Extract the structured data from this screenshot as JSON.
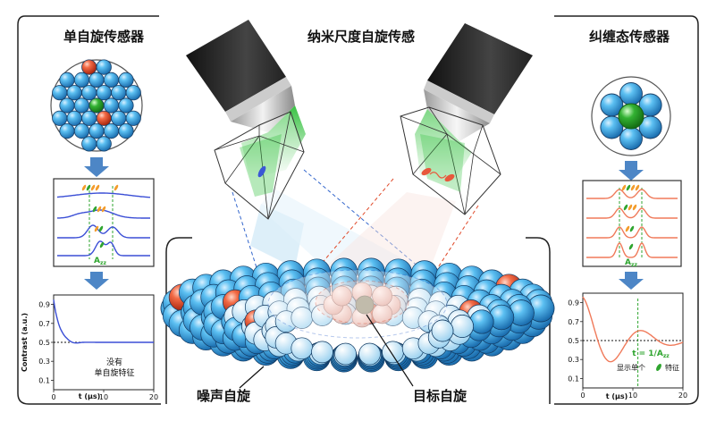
{
  "titles": {
    "left": "单自旋传感器",
    "center": "纳米尺度自旋传感",
    "right": "纠缠态传感器"
  },
  "labels": {
    "noise_spin": "噪声自旋",
    "target_spin": "目标自旋"
  },
  "left_panel": {
    "spectrum_label": "A",
    "spectrum_label_sub": "zz",
    "plot": {
      "ylabel": "Contrast (a.u.)",
      "xlabel": "t (μs)",
      "yticks": [
        "0.9",
        "0.7",
        "0.5",
        "0.3",
        "0.1"
      ],
      "xticks": [
        "0",
        "10",
        "20"
      ],
      "annotation_line1": "没有",
      "annotation_line2": "单自旋特征"
    }
  },
  "right_panel": {
    "spectrum_label": "A",
    "spectrum_label_sub": "zz",
    "plot": {
      "xlabel": "t (μs)",
      "yticks": [
        "0.9",
        "0.7",
        "0.5",
        "0.3",
        "0.1"
      ],
      "xticks": [
        "0",
        "10",
        "20"
      ],
      "annotation_line1": "t = 1/A",
      "annotation_line1_sub": "zz",
      "annotation_line2": "显示单个",
      "annotation_line2_end": "特征"
    }
  },
  "colors": {
    "blue_sphere": "#3aa6e6",
    "red_sphere": "#e8583c",
    "green_sphere": "#2fa52f",
    "blue_curve": "#3b4fd6",
    "red_curve": "#f07a5a",
    "arrow_blue": "#4d86c6"
  }
}
